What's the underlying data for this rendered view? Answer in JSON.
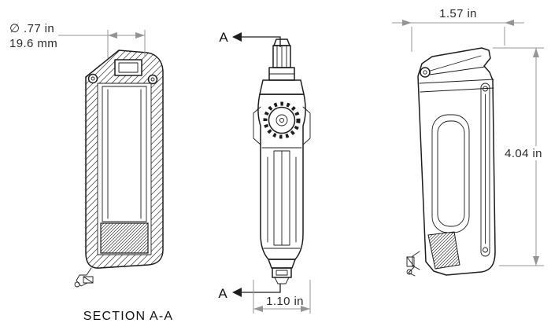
{
  "drawing": {
    "labels": {
      "section": "SECTION A-A",
      "marker": "A"
    },
    "dimensions": {
      "diameter_in": "∅ .77 in",
      "diameter_mm": "19.6 mm",
      "top_width": "1.57 in",
      "height": "4.04 in",
      "bottom_width": "1.10 in"
    },
    "colors": {
      "line": "#1d1d1d",
      "dimension": "#949494",
      "background": "#ffffff"
    }
  }
}
